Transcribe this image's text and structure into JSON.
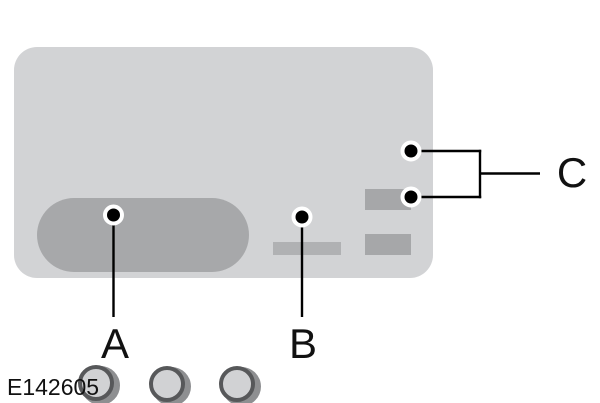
{
  "figure": {
    "reference_code": "E142605",
    "callouts": {
      "a": {
        "label": "A"
      },
      "b": {
        "label": "B"
      },
      "c": {
        "label": "C"
      }
    },
    "colors": {
      "background": "#ffffff",
      "panel": "#d2d3d5",
      "pill": "#a7a8aa",
      "port_shadow": "#8e8f91",
      "port_ring": "#57585a",
      "port_inner": "#d1d2d4",
      "slot_b": "#b0b1b3",
      "slot_c": "#a6a7a9",
      "line": "#000000",
      "dot_fill": "#000000",
      "dot_halo": "#ffffff",
      "text": "#111111"
    }
  }
}
